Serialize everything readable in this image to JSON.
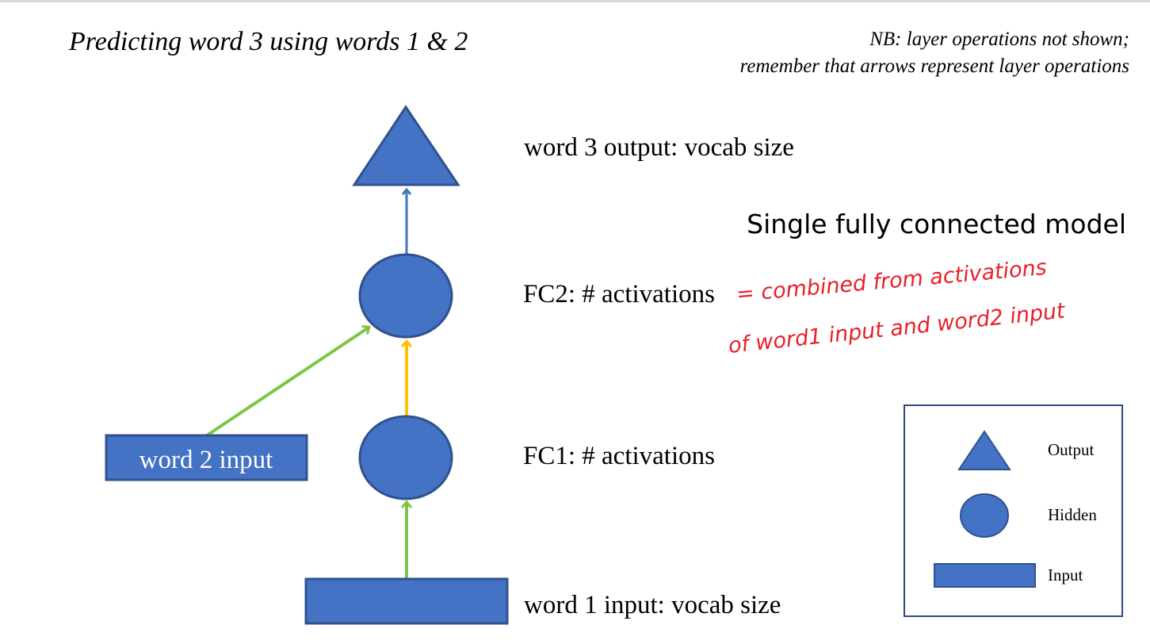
{
  "title": "Predicting word 3 using words 1 & 2",
  "note": {
    "line1": "NB: layer operations not shown;",
    "line2": "remember that arrows represent layer operations"
  },
  "subtitle": "Single fully connected model",
  "nodes": {
    "word3_output": "word 3 output: vocab size",
    "fc2": "FC2: # activations",
    "fc1": "FC1: # activations",
    "word1_input": "word 1 input: vocab size",
    "word2_input": "word 2 input"
  },
  "annotation": {
    "line1": "= combined from activations",
    "line2": "of word1 input and word2 input"
  },
  "legend": {
    "output": "Output",
    "hidden": "Hidden",
    "input": "Input"
  },
  "colors": {
    "node_fill": "#4472c4",
    "node_stroke": "#2f528f",
    "arrow_blue": "#4472c4",
    "arrow_green": "#7ec544",
    "arrow_orange": "#ffc000",
    "annotation_red": "#e8202a"
  }
}
